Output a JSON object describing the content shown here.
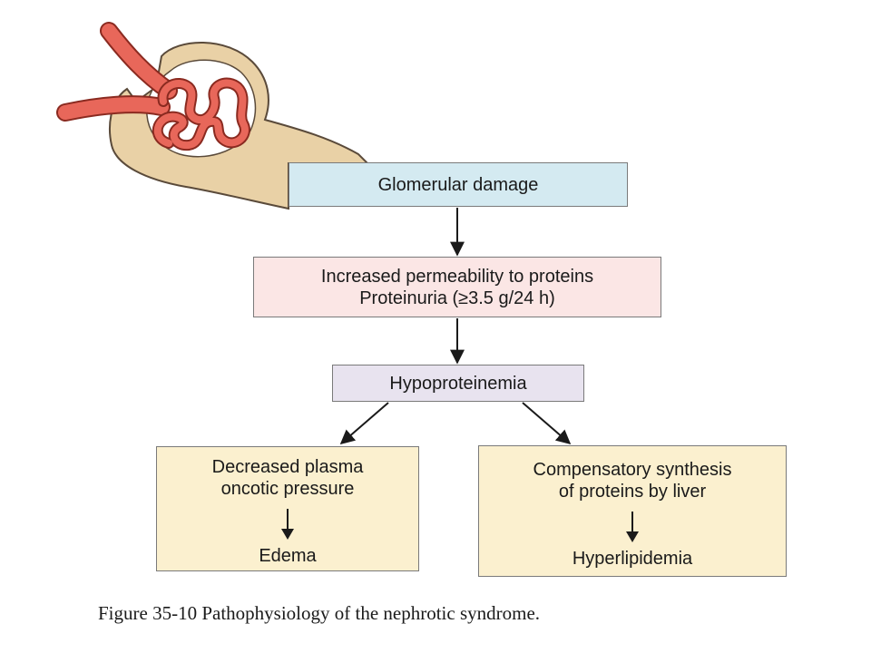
{
  "diagram": {
    "nodes": {
      "glomerular_damage": {
        "label": "Glomerular damage"
      },
      "permeability": {
        "line1": "Increased permeability to proteins",
        "line2": "Proteinuria (≥3.5 g/24 h)"
      },
      "hypoproteinemia": {
        "label": "Hypoproteinemia"
      },
      "left_branch": {
        "line1": "Decreased plasma",
        "line2": "oncotic pressure",
        "outcome": "Edema"
      },
      "right_branch": {
        "line1": "Compensatory synthesis",
        "line2": "of proteins by liver",
        "outcome": "Hyperlipidemia"
      }
    },
    "edges": [
      {
        "from": "glomerular_damage",
        "to": "permeability"
      },
      {
        "from": "permeability",
        "to": "hypoproteinemia"
      },
      {
        "from": "hypoproteinemia",
        "to": "left_branch"
      },
      {
        "from": "hypoproteinemia",
        "to": "right_branch"
      },
      {
        "from": "left_branch.line2",
        "to": "left_branch.outcome"
      },
      {
        "from": "right_branch.line2",
        "to": "right_branch.outcome"
      }
    ],
    "colors": {
      "glomerular_damage": "#d4eaf1",
      "permeability": "#fbe6e5",
      "hypoproteinemia": "#e8e3ef",
      "outcome_boxes": "#fbf0cf",
      "vessel": "#e8675a",
      "capsule": "#e9d1a6"
    },
    "illustration": "glomerulus-icon"
  },
  "caption": "Figure 35-10 Pathophysiology of the nephrotic syndrome."
}
